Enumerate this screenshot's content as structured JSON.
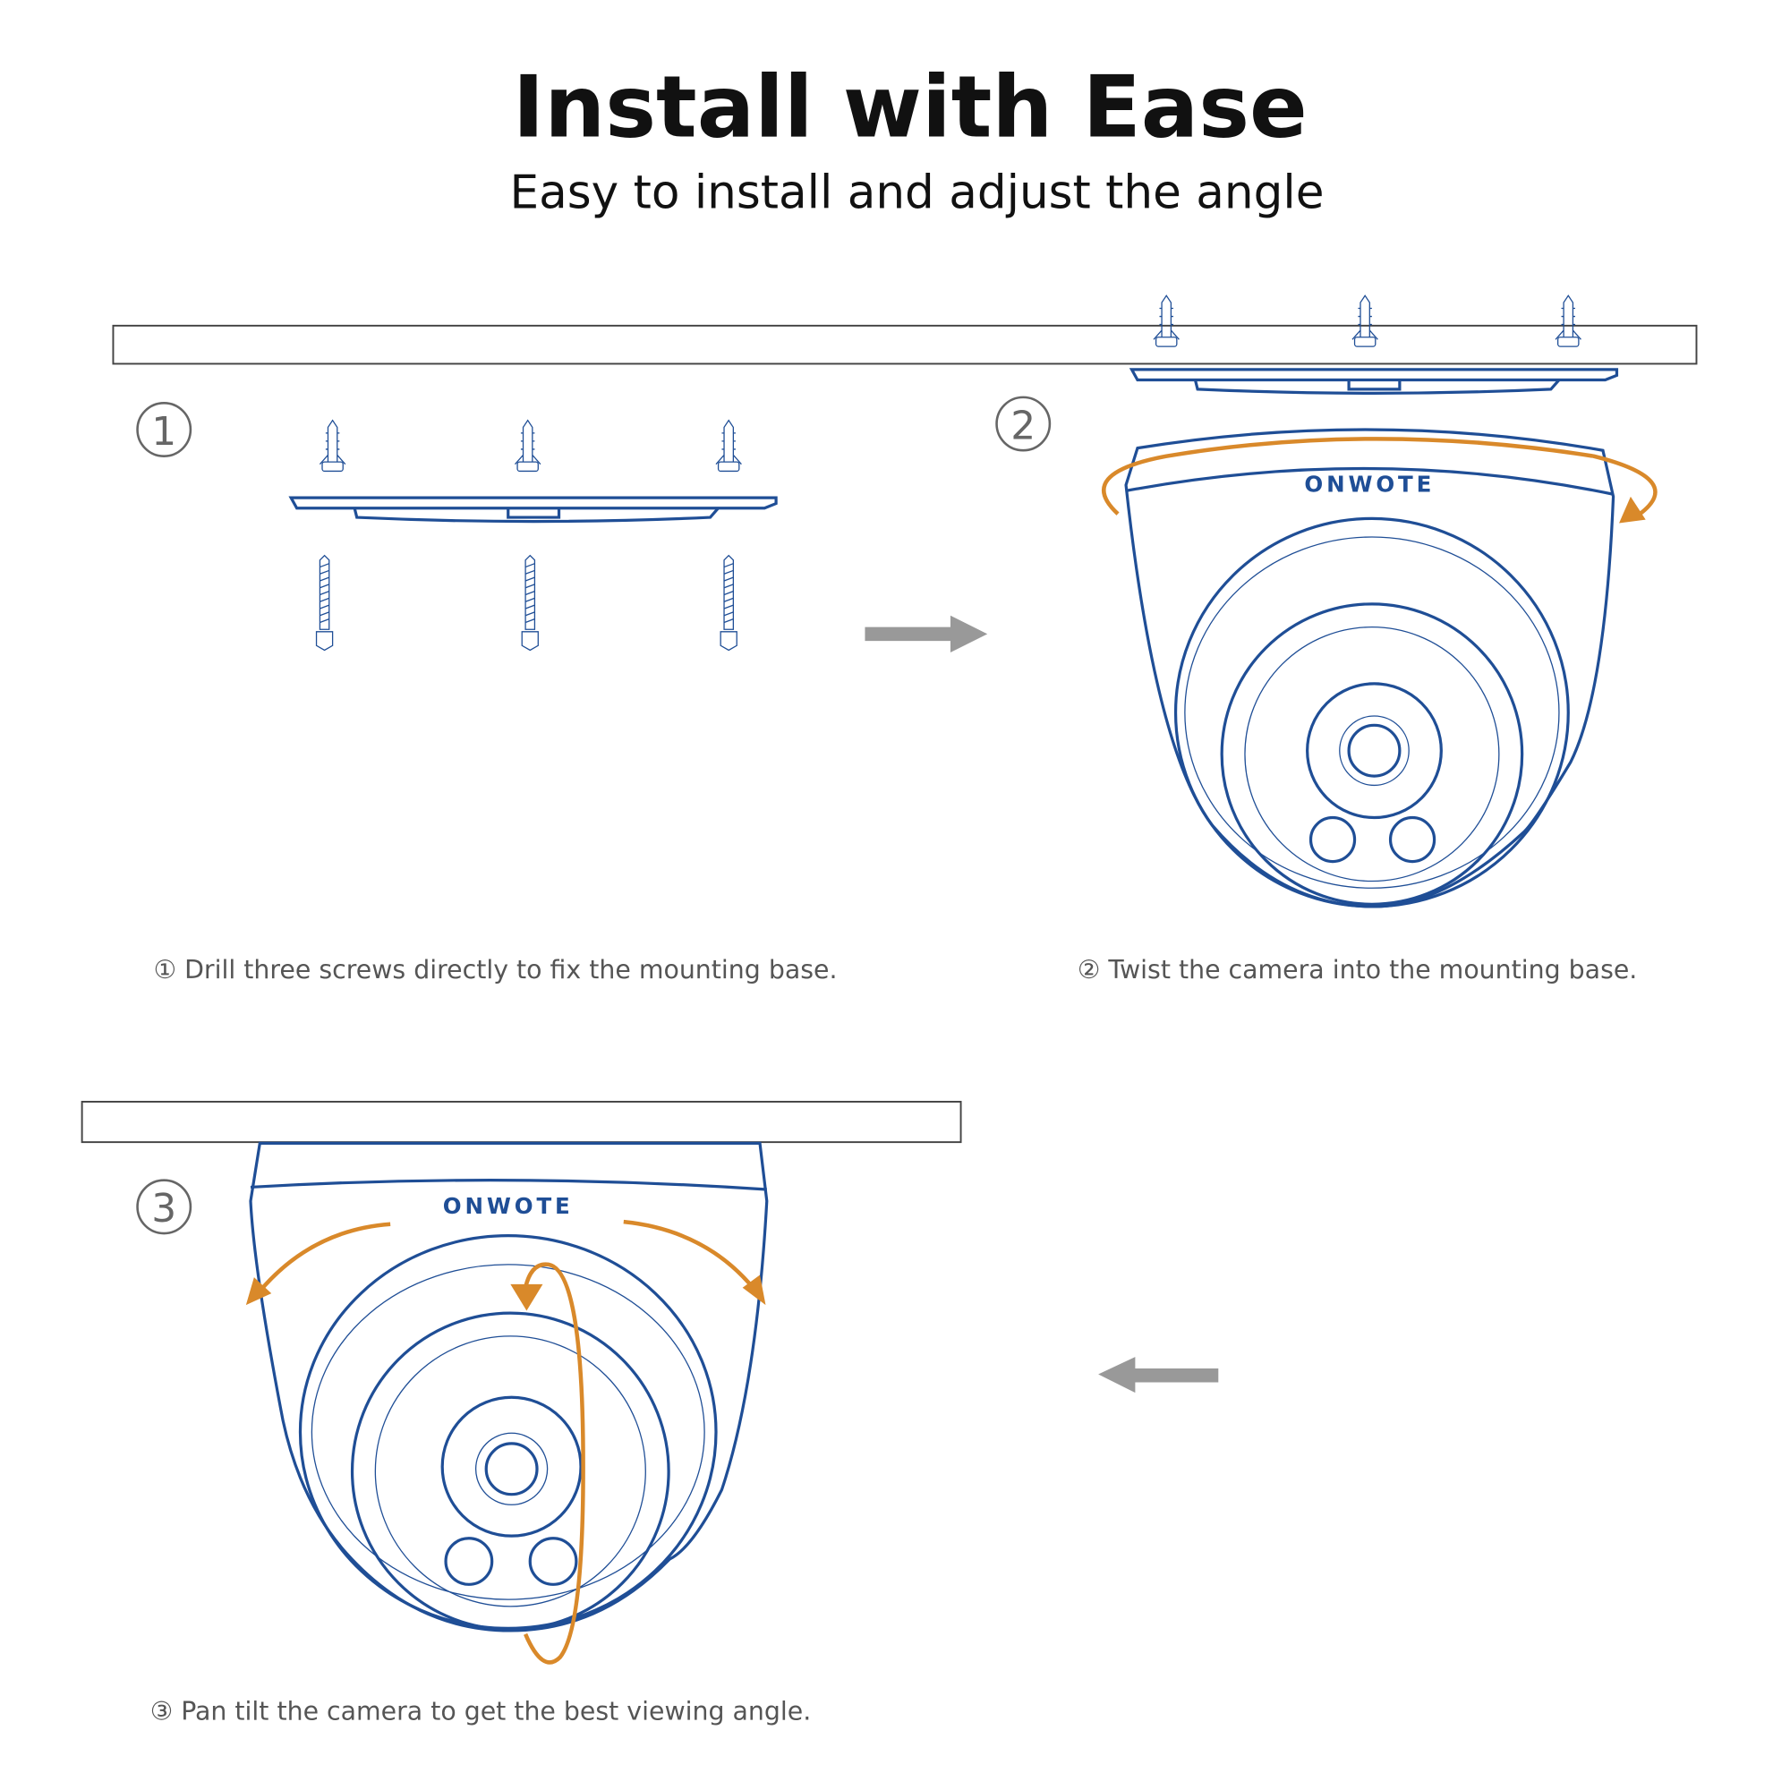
{
  "header": {
    "title": "Install with Ease",
    "subtitle": "Easy to install and adjust the angle"
  },
  "steps": [
    {
      "number": "1",
      "caption": "① Drill three screws directly to fix the mounting base."
    },
    {
      "number": "2",
      "caption": "② Twist the camera into the mounting base."
    },
    {
      "number": "3",
      "caption": "③ Pan tilt the camera to get the best viewing angle."
    }
  ],
  "camera": {
    "brand": "ONWOTE"
  },
  "colors": {
    "line": "#1f4e96",
    "rotation": "#d9892a",
    "arrow": "#999999"
  }
}
